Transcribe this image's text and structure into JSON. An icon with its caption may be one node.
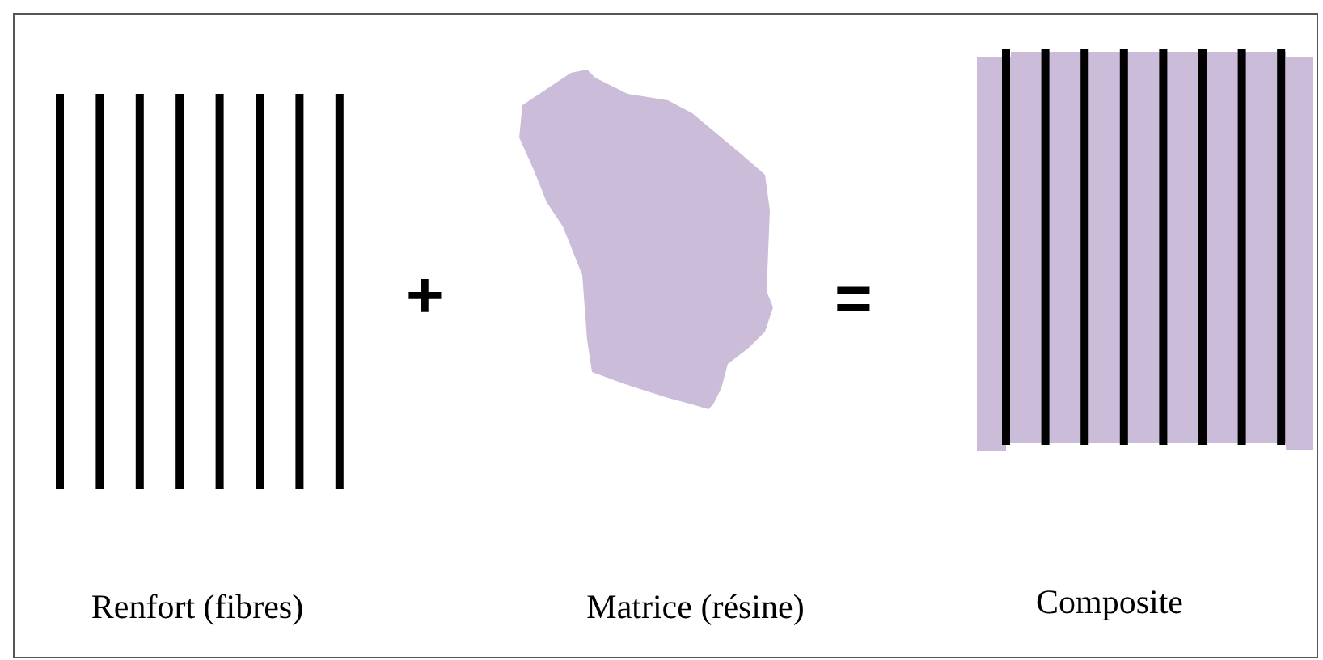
{
  "diagram": {
    "nodes": [
      {
        "text": [],
        "shape": "picture"
      },
      {
        "text": [],
        "shape": "picture"
      },
      {
        "text": [],
        "shape": "picture"
      }
    ],
    "labels": [
      "+",
      "=",
      "Renfort (fibres)",
      "Matrice (résine)",
      "Composite"
    ]
  }
}
